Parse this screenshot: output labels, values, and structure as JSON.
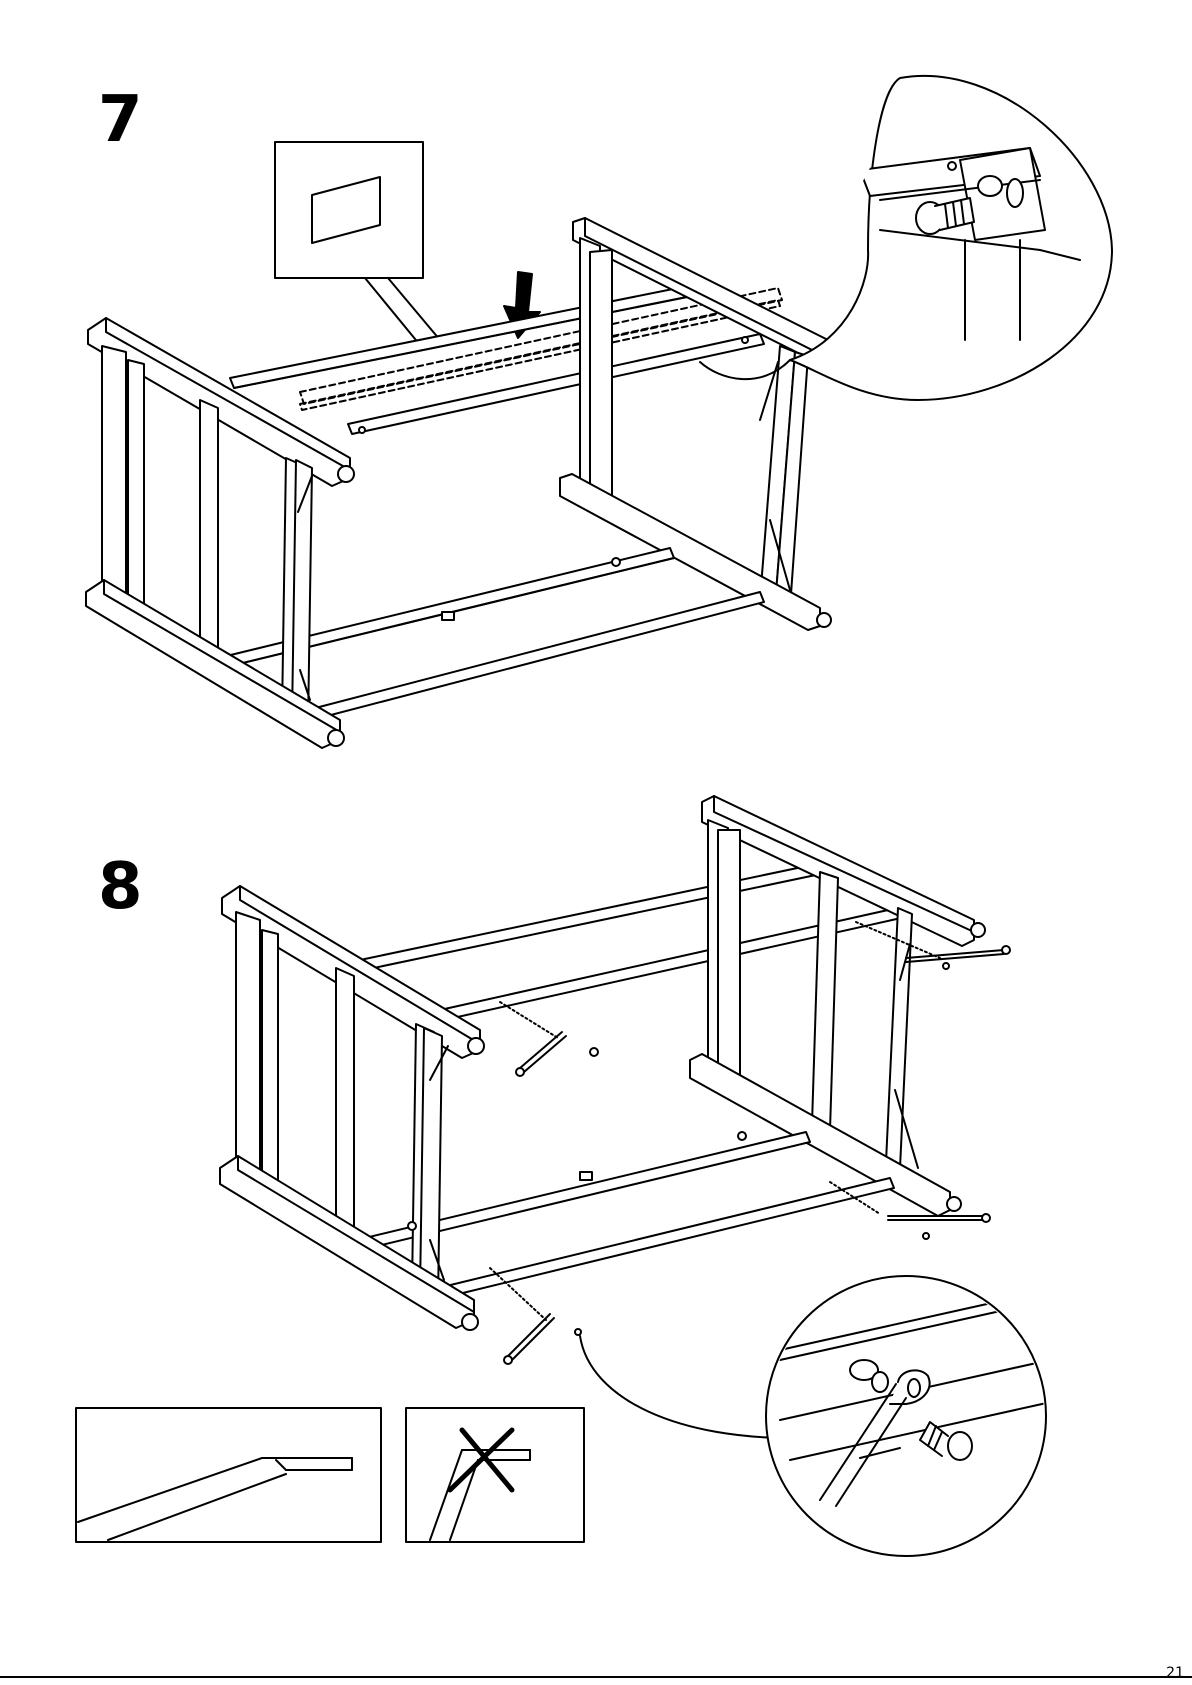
{
  "steps": [
    {
      "number": "7"
    },
    {
      "number": "8"
    }
  ],
  "page_number": "21",
  "icons": {
    "step7_main": "table-frame-assembly-icon",
    "step7_callout": "bolt-into-bracket-detail-icon",
    "step7_arrow": "down-arrow-icon",
    "step8_main": "table-frame-with-brace-rods-icon",
    "step8_callout": "rod-end-bolt-detail-icon",
    "correct_fit": "correct-fit-icon",
    "incorrect_fit": "incorrect-fit-cross-icon"
  }
}
